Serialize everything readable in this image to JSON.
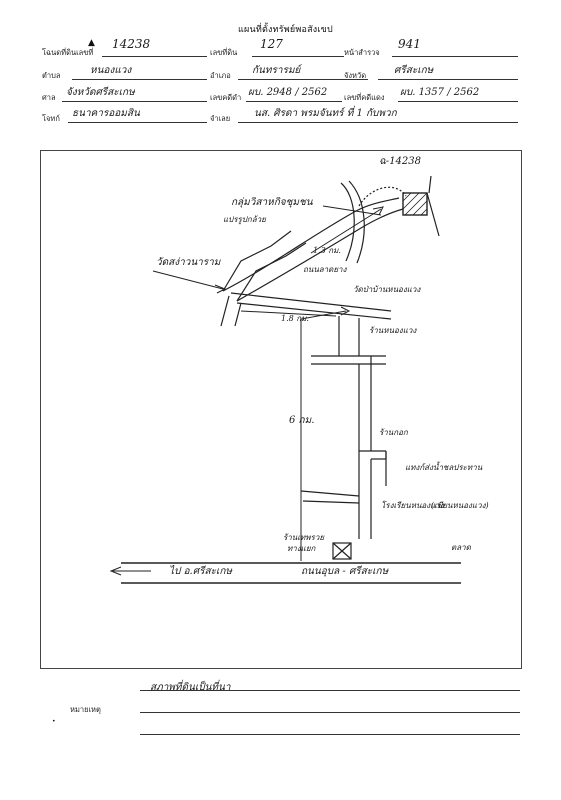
{
  "header": {
    "title": "แผนที่ตั้งทรัพย์พอสังเขป",
    "deed_label": "โฉนดที่ดินเลขที่",
    "deed_value": "14238",
    "parcel_label": "เลขที่ดิน",
    "parcel_value": "127",
    "survey_page_label": "หน้าสำรวจ",
    "survey_page_value": "941",
    "tambon_label": "ตำบล",
    "tambon_value": "หนองแวง",
    "amphoe_label": "อำเภอ",
    "amphoe_value": "กันทรารมย์",
    "province_label": "จังหวัด",
    "province_value": "ศรีสะเกษ",
    "court_label": "ศาล",
    "court_value": "จังหวัดศรีสะเกษ",
    "case_black_label": "เลขคดีดำ",
    "case_black_value": "ผบ. 2948 / 2562",
    "case_red_label": "เลขที่คดีแดง",
    "case_red_value": "ผบ. 1357 / 2562",
    "plaintiff_label": "โจทก์",
    "plaintiff_value": "ธนาคารออมสิน",
    "defendant_label": "จำเลย",
    "defendant_value": "นส. ศิรดา พรมจันทร์ ที่ 1 กับพวก"
  },
  "map": {
    "plot_label": "ฉ-14238",
    "paved_road_label": "ถนนลาดยาง",
    "group_label": "กลุ่มวิสาหกิจชุมชน",
    "group_sub": "แปรรูปกล้วย",
    "distance_1": "1.3 กม.",
    "temple_label": "วัดสง่าวนาราม",
    "temple_2_label": "วัดป่าบ้านหนองแวง",
    "distance_2": "1.8 กม.",
    "shop_1": "ร้านหนองแวง",
    "distance_3": "6 กม.",
    "shop_2": "ร้านกอก",
    "water_label": "แทงก์ส่งน้ำชลประทาน",
    "school_label": "โรงเรียนหนองแวง",
    "school_sub": "(เขียนหนองแวง)",
    "police_label": "ร้านเทพรวย",
    "police_sub": "ทางแยก",
    "market_label": "ตลาด",
    "road_dest": "ไป อ.ศรีสะเกษ",
    "road_name": "ถนนอุบล - ศรีสะเกษ"
  },
  "footer": {
    "vacant_note": "สภาพที่ดินเป็นที่นา",
    "remarks_label": "หมายเหตุ"
  }
}
